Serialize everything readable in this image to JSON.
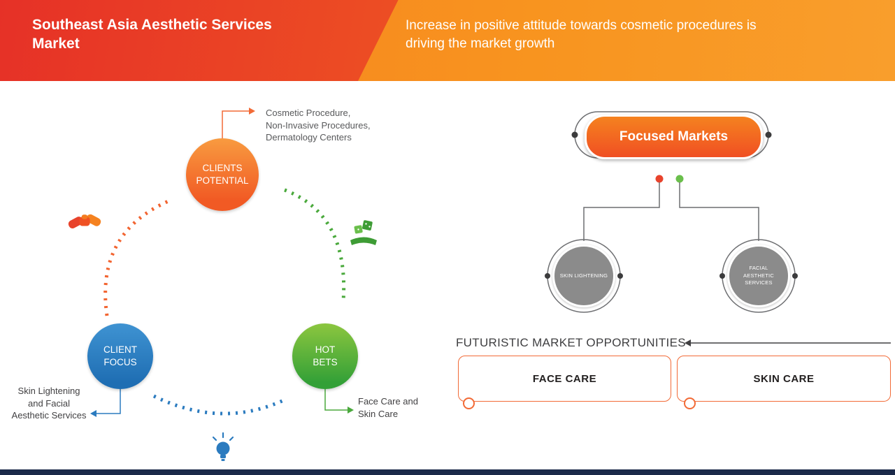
{
  "header": {
    "title_lines": [
      "Southeast Asia Aesthetic Services",
      "Market"
    ],
    "subtitle_lines": [
      "Increase in positive attitude towards cosmetic procedures is",
      "driving the market growth"
    ]
  },
  "cycle": {
    "nodes": [
      {
        "name": "clients-potential",
        "lines": [
          "CLIENTS",
          "POTENTIAL"
        ]
      },
      {
        "name": "client-focus",
        "lines": [
          "CLIENT",
          "FOCUS"
        ]
      },
      {
        "name": "hot-bets",
        "lines": [
          "HOT",
          "BETS"
        ]
      }
    ],
    "annotations": {
      "top": {
        "lines": [
          "Cosmetic Procedure,",
          "Non-Invasive Procedures,",
          "Dermatology Centers"
        ]
      },
      "bottom_left": {
        "lines": [
          "Skin Lightening",
          "and Facial",
          "Aesthetic Services"
        ]
      },
      "bottom_right": {
        "lines": [
          "Face Care and",
          "Skin Care"
        ]
      }
    },
    "icons": [
      "handshake-icon",
      "dice-hand-icon",
      "bulb-icon"
    ]
  },
  "focused": {
    "title": "Focused Markets",
    "sub_nodes": [
      {
        "lines": [
          "SKIN LIGHTENING",
          ""
        ]
      },
      {
        "lines": [
          "FACIAL",
          "AESTHETIC SERVICES"
        ]
      }
    ]
  },
  "opportunities": {
    "title": "FUTURISTIC MARKET OPPORTUNITIES",
    "boxes": [
      {
        "label": "FACE CARE"
      },
      {
        "label": "SKIN CARE"
      }
    ]
  },
  "colors": {
    "header_left_start": "#e63127",
    "header_left_end": "#f4771f",
    "header_right": "#f8941f",
    "node_orange": "#f15a24",
    "node_blue": "#1f6eb3",
    "node_green": "#33a037",
    "gray_node": "#8b8b8b",
    "pill_orange": "#f04f23",
    "box_border_orange": "#f26a36",
    "bottom_bar": "#1b2a4a",
    "dot_red": "#e8432c",
    "dot_green": "#6abf4b"
  }
}
